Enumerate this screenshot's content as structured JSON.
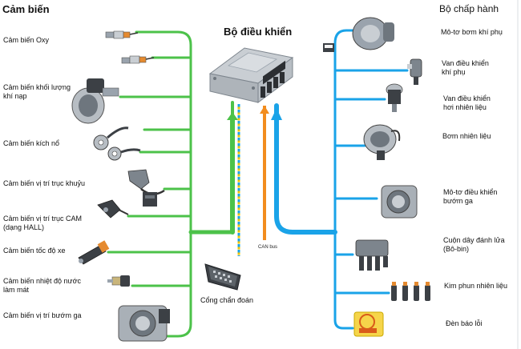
{
  "header": {
    "sensors": "Cảm biến",
    "ecu": "Bộ điều khiển",
    "actuators": "Bộ chấp hành"
  },
  "sensors": [
    {
      "label": "Cảm biến Oxy",
      "icon": "oxygen-sensor-icon"
    },
    {
      "label": "Cảm biến khối lượng\nkhí nạp",
      "icon": "mass-airflow-sensor-icon"
    },
    {
      "label": "Cảm biến kích nổ",
      "icon": "knock-sensor-icon"
    },
    {
      "label": "Cảm biến vị trí trục khuỷu",
      "icon": "crankshaft-sensor-icon"
    },
    {
      "label": "Cảm biến vị trí trục CAM\n(dạng HALL)",
      "icon": "camshaft-hall-sensor-icon"
    },
    {
      "label": "Cảm biến tốc độ xe",
      "icon": "vehicle-speed-sensor-icon"
    },
    {
      "label": "Cảm biến nhiệt độ nước\nlàm mát",
      "icon": "coolant-temperature-sensor-icon"
    },
    {
      "label": "Cảm biến vị trí bướm ga",
      "icon": "throttle-position-sensor-icon"
    }
  ],
  "actuators": [
    {
      "label": "Mô-tơ bơm khí phụ",
      "icon": "secondary-air-pump-icon"
    },
    {
      "label": "Van điều khiển\nkhí phụ",
      "icon": "secondary-air-valve-icon"
    },
    {
      "label": "Van điều khiển\nhơi nhiên liệu",
      "icon": "evap-purge-valve-icon"
    },
    {
      "label": "Bơm nhiên liệu",
      "icon": "fuel-pump-icon"
    },
    {
      "label": "Mô-tơ điều khiển\nbướm ga",
      "icon": "throttle-motor-icon"
    },
    {
      "label": "Cuộn dây đánh lửa\n(Bô-bin)",
      "icon": "ignition-coil-icon"
    },
    {
      "label": "Kim phun nhiên liệu",
      "icon": "fuel-injector-icon"
    },
    {
      "label": "Đèn báo lỗi",
      "icon": "check-engine-lamp-icon"
    }
  ],
  "diagnostic": {
    "label": "Cổng chẩn đoán",
    "icon": "diagnostic-connector-icon"
  },
  "can_bus": {
    "label": "CAN bus"
  },
  "colors": {
    "sensor_wires": "#4cc24a",
    "actuator_wires": "#1aa3e8",
    "can_bus": "#f28c1e",
    "diagnostic_line": "#f2c400",
    "component_metal": "#9aa3ad"
  }
}
